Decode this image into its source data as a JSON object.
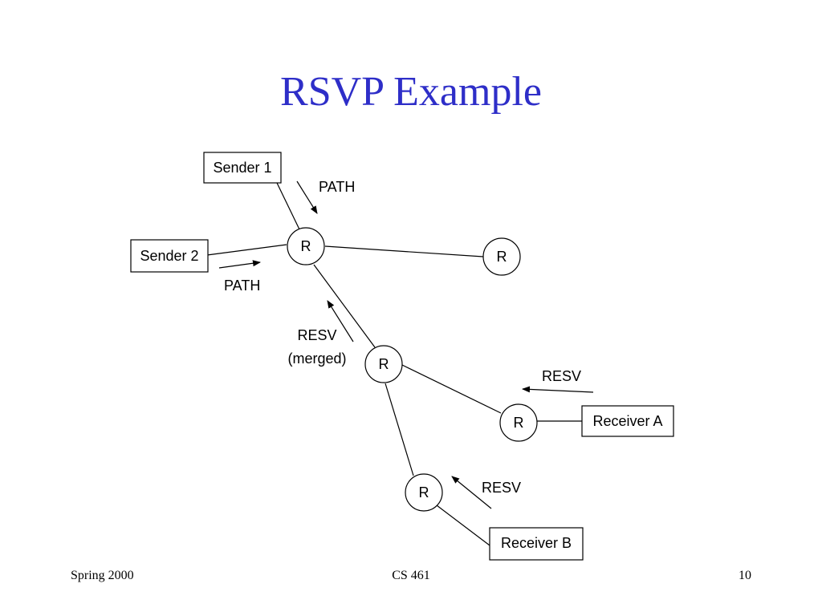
{
  "slide": {
    "title": "RSVP Example"
  },
  "diagram": {
    "router_label": "R",
    "senders": [
      "Sender 1",
      "Sender 2"
    ],
    "receivers": [
      "Receiver A",
      "Receiver B"
    ],
    "messages": {
      "path_1": "PATH",
      "path_2": "PATH",
      "resv_merged_line1": "RESV",
      "resv_merged_line2": "(merged)",
      "resv_a": "RESV",
      "resv_b": "RESV"
    }
  },
  "footer": {
    "left": "Spring 2000",
    "center": "CS 461",
    "right": "10"
  }
}
